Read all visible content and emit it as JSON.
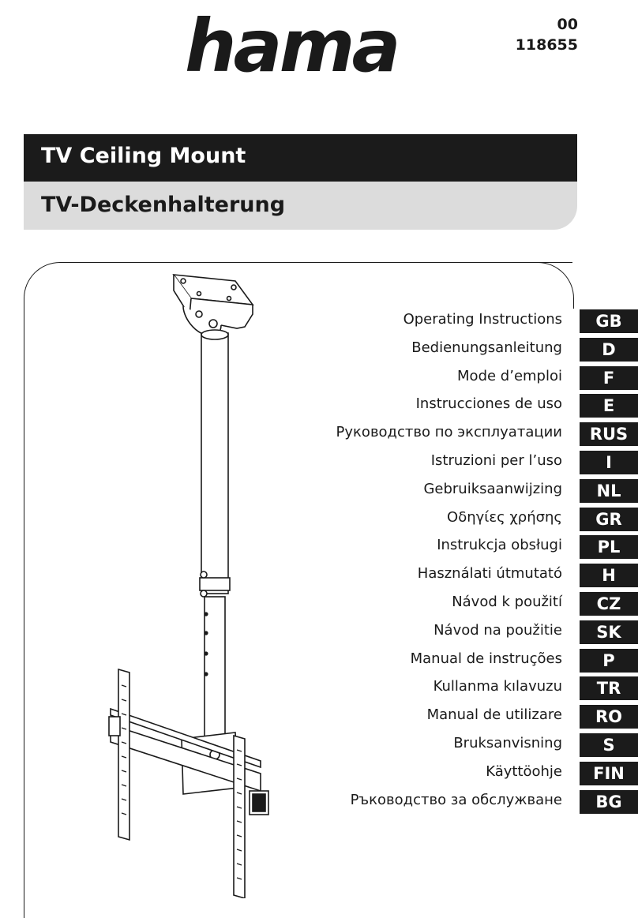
{
  "brand": {
    "logo_text": "hama"
  },
  "codes": {
    "line1": "00",
    "line2": "118655"
  },
  "titles": {
    "primary": "TV Ceiling Mount",
    "secondary": "TV-Deckenhalterung"
  },
  "languages": [
    {
      "name": "Operating Instructions",
      "code": "GB"
    },
    {
      "name": "Bedienungsanleitung",
      "code": "D"
    },
    {
      "name": "Mode d’emploi",
      "code": "F"
    },
    {
      "name": "Instrucciones de uso",
      "code": "E"
    },
    {
      "name": "Руководство по эксплуатации",
      "code": "RUS"
    },
    {
      "name": "Istruzioni per l’uso",
      "code": "I"
    },
    {
      "name": "Gebruiksaanwijzing",
      "code": "NL"
    },
    {
      "name": "Οδηγίες χρήσης",
      "code": "GR"
    },
    {
      "name": "Instrukcja obsługi",
      "code": "PL"
    },
    {
      "name": "Használati útmutató",
      "code": "H"
    },
    {
      "name": "Návod k použití",
      "code": "CZ"
    },
    {
      "name": "Návod na použitie",
      "code": "SK"
    },
    {
      "name": "Manual de instruções",
      "code": "P"
    },
    {
      "name": "Kullanma kılavuzu",
      "code": "TR"
    },
    {
      "name": "Manual de utilizare",
      "code": "RO"
    },
    {
      "name": "Bruksanvisning",
      "code": "S"
    },
    {
      "name": "Käyttöohje",
      "code": "FIN"
    },
    {
      "name": "Ръководство за обслужване",
      "code": "BG"
    }
  ],
  "colors": {
    "band_dark": "#1b1b1b",
    "band_light": "#dcdcdc",
    "ink": "#1a1a1a"
  }
}
